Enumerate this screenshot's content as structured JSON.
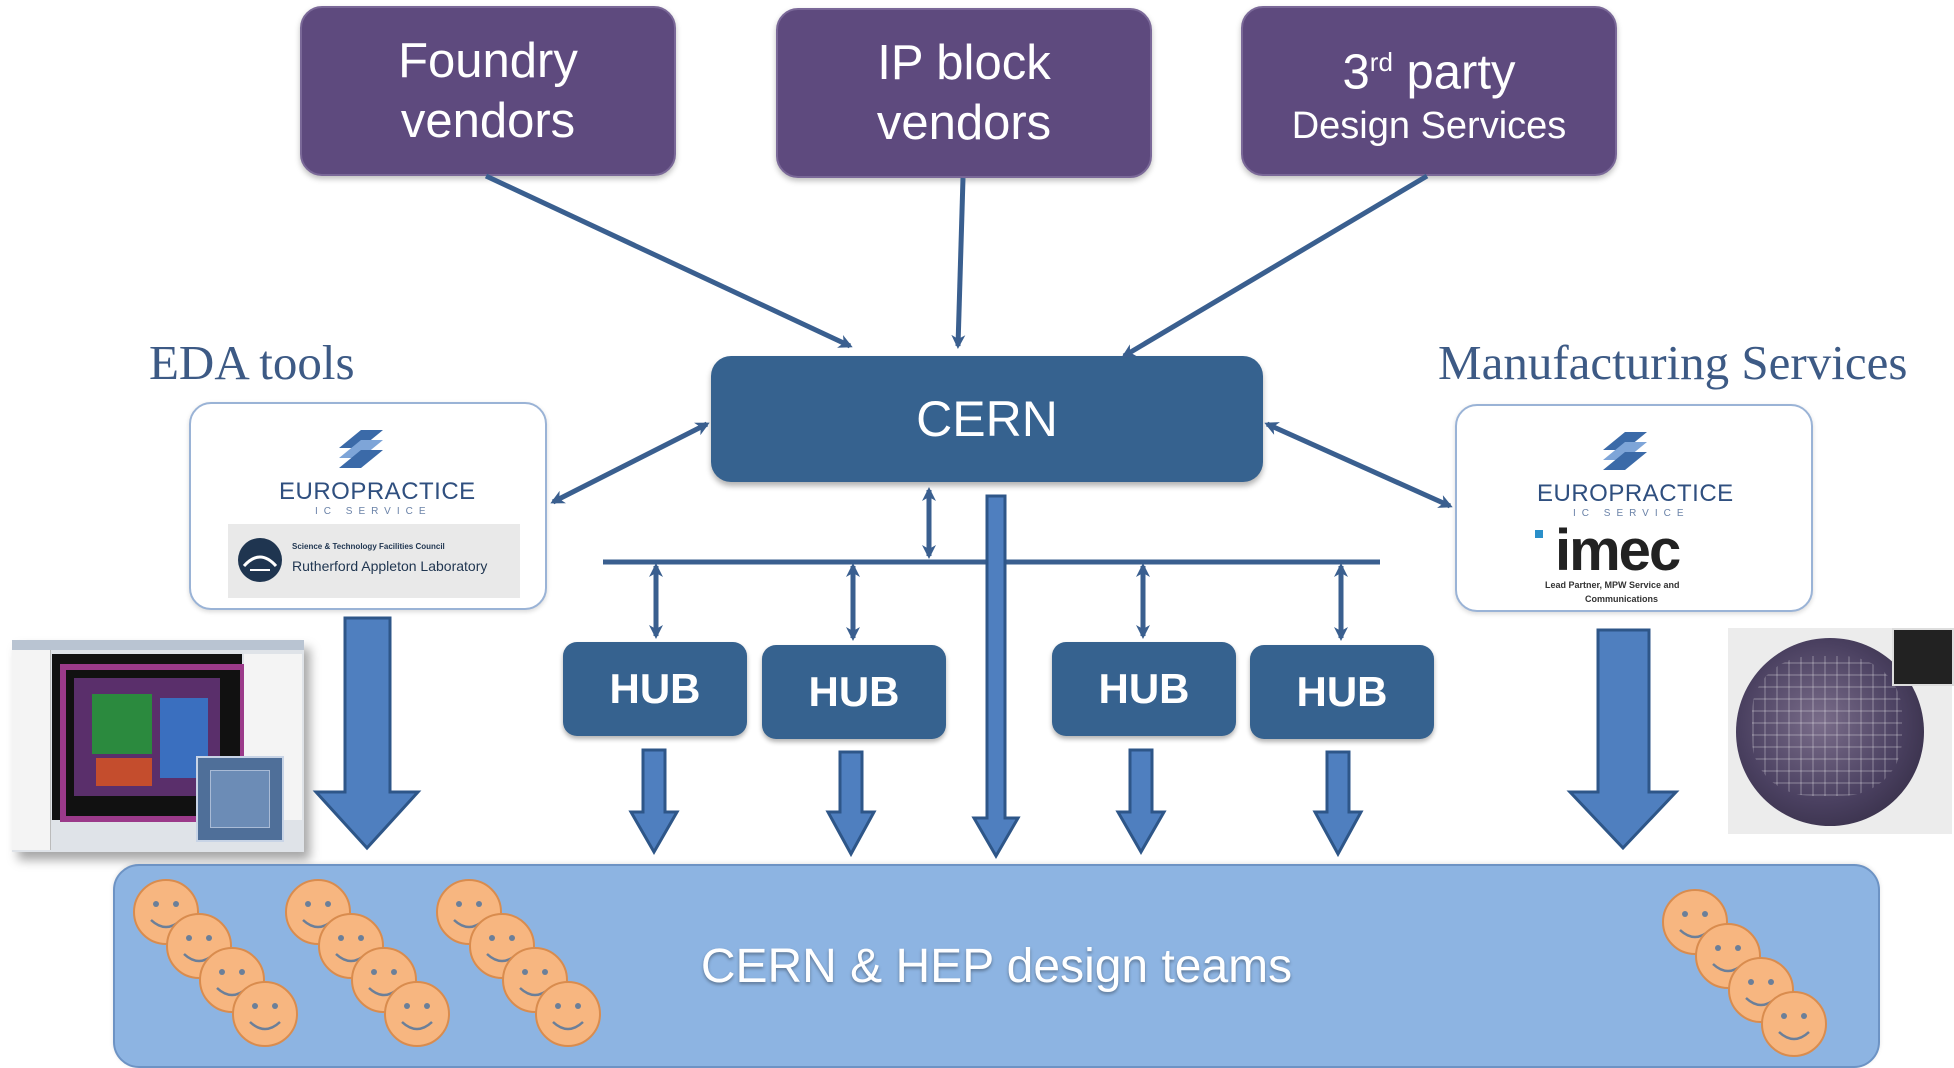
{
  "top_boxes": {
    "foundry": {
      "line1": "Foundry",
      "line2": "vendors"
    },
    "ip_block": {
      "line1": "IP block",
      "line2": "vendors"
    },
    "third_party": {
      "line1_num": "3",
      "line1_sup": "rd",
      "line1_rest": " party",
      "line2": "Design Services"
    }
  },
  "center": {
    "label": "CERN"
  },
  "hubs": [
    "HUB",
    "HUB",
    "HUB",
    "HUB"
  ],
  "left_panel": {
    "title": "EDA tools",
    "europractice": "EUROPRACTICE",
    "europractice_sub": "IC SERVICE",
    "ral_line1": "Science & Technology Facilities Council",
    "ral_line2": "Rutherford Appleton Laboratory"
  },
  "right_panel": {
    "title": "Manufacturing Services",
    "europractice": "EUROPRACTICE",
    "europractice_sub": "IC SERVICE",
    "imec": "imec",
    "imec_sub1": "Lead Partner, MPW Service and",
    "imec_sub2": "Communications"
  },
  "bottom": {
    "label": "CERN & HEP design teams"
  },
  "colors": {
    "top_box": "#5e4a7e",
    "cern_blue": "#36628f",
    "arrow": "#3a5f8f",
    "teams": "#8db4e2",
    "face": "#f7b680"
  }
}
